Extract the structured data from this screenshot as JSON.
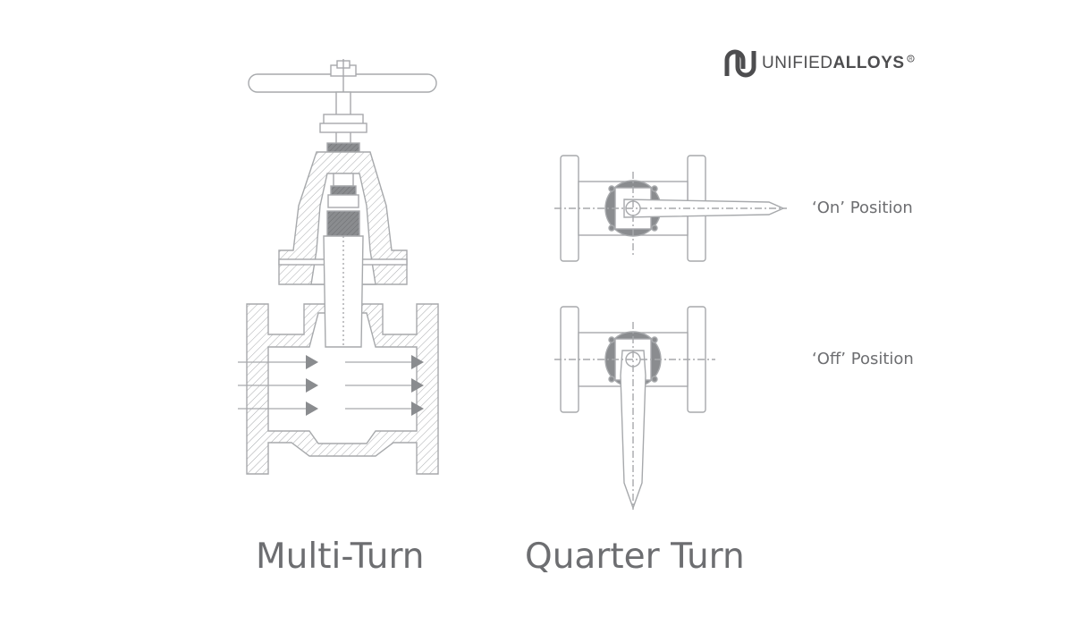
{
  "brand": {
    "prefix": "UNIFIED",
    "suffix": "ALLOYS",
    "mark": "reg"
  },
  "labels": {
    "multi_turn": "Multi-Turn",
    "quarter_turn": "Quarter Turn",
    "on_position": "‘On’ Position",
    "off_position": "‘Off’ Position"
  },
  "colors": {
    "line": "#a7a9ac",
    "fill_dark": "#808285",
    "text": "#6d6e71",
    "brand": "#4d4d4f"
  },
  "icons": {
    "brand_logo": "unified-alloys-u-logo-icon",
    "flow_arrow": "flow-arrow-icon"
  }
}
